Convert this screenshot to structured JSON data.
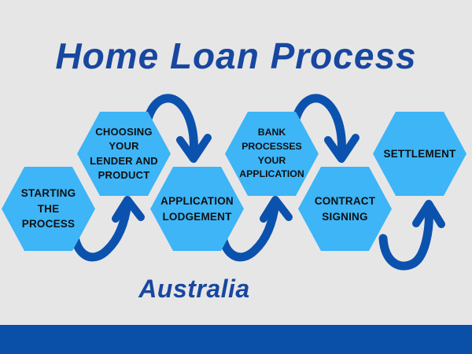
{
  "title": "Home Loan Process",
  "subtitle": "Australia",
  "steps": [
    {
      "id": 1,
      "label": "STARTING\nTHE\nPROCESS"
    },
    {
      "id": 2,
      "label": "CHOOSING\nYOUR\nLENDER AND\nPRODUCT"
    },
    {
      "id": 3,
      "label": "APPLICATION\nLODGEMENT"
    },
    {
      "id": 4,
      "label": "BANK PROCESSES\nYOUR APPLICATION"
    },
    {
      "id": 5,
      "label": "CONTRACT\nSIGNING"
    },
    {
      "id": 6,
      "label": "SETTLEMENT"
    }
  ],
  "colors": {
    "background": "#e7e6e7",
    "hexagon_fill": "#3db5f7",
    "step_text": "#101010",
    "title_text": "#17479f",
    "subtitle_text": "#17479f",
    "arrow": "#0b52ae",
    "footer_bar": "#0a4fa8"
  }
}
